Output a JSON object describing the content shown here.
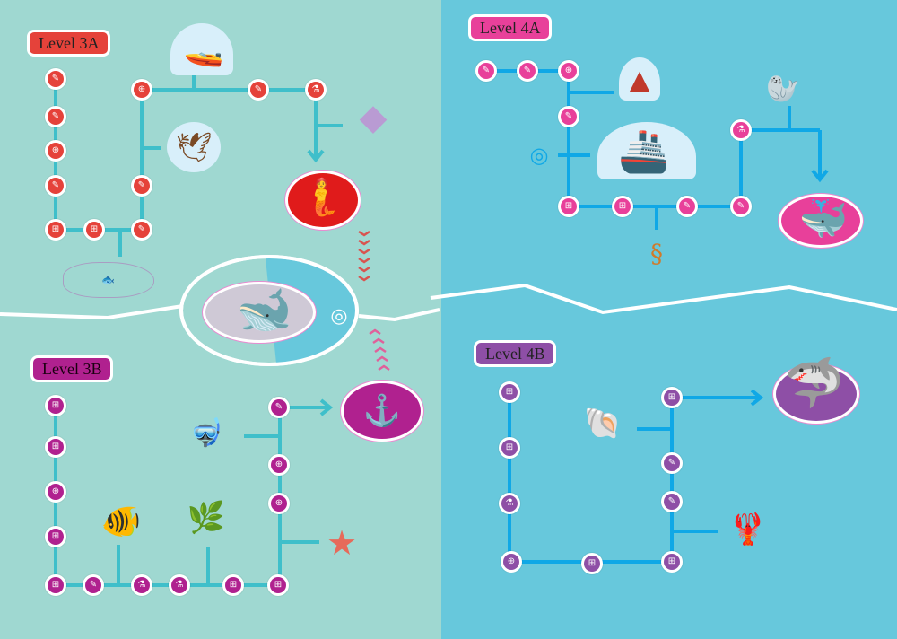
{
  "colors": {
    "left_bg": "#9fd8d1",
    "right_bg": "#67c8dc",
    "path_left": "#3fbfca",
    "path_right": "#10a8e6",
    "level3a": "#e5423a",
    "level3b": "#b0218f",
    "level4a": "#e8409a",
    "level4b": "#8e4fa6"
  },
  "levels": [
    {
      "id": "3A",
      "label": "Level 3A",
      "color": "#e5423a"
    },
    {
      "id": "3B",
      "label": "Level 3B",
      "color": "#b0218f"
    },
    {
      "id": "4A",
      "label": "Level 4A",
      "color": "#e8409a"
    },
    {
      "id": "4B",
      "label": "Level 4B",
      "color": "#8e4fa6"
    }
  ],
  "node_icons": {
    "pencil": "✎",
    "globe": "⊕",
    "grid": "⊞",
    "flask": "⚗"
  },
  "stickers": {
    "fishing_boat": "🚤",
    "seagull": "🕊",
    "stingray": "◆",
    "mermaid": "🧜",
    "fish_school": "🐟",
    "whale": "🐋",
    "submarine": "⚓",
    "diver": "🤿",
    "anglerfish": "🐠",
    "seaweed": "🌿",
    "starfish": "★",
    "buoy": "▲",
    "ocean_liner": "🚢",
    "seahorse": "§",
    "seal": "🦭",
    "orca": "🐳",
    "shells": "🐚",
    "shark": "🦈",
    "lobster": "🦞",
    "compass": "◎"
  }
}
